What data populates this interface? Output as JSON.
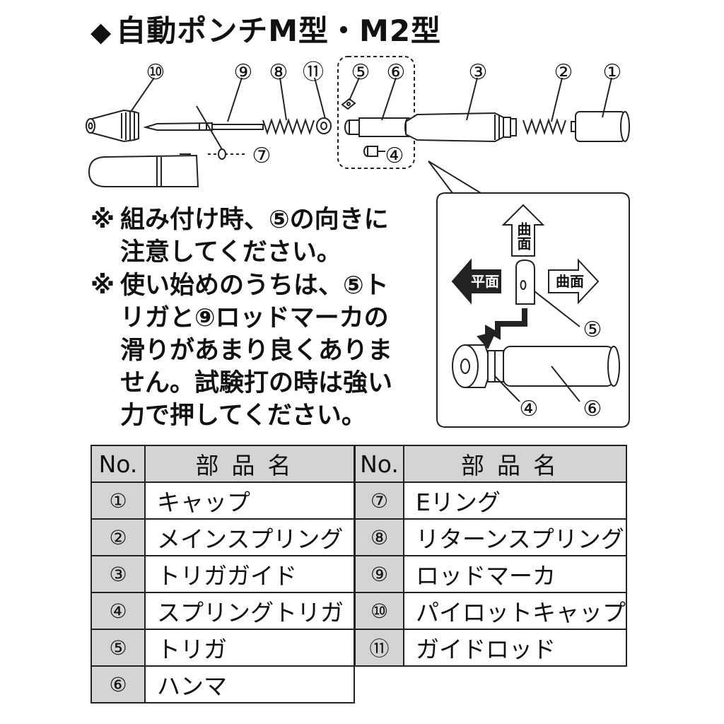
{
  "title": {
    "mark": "◆",
    "text": "自動ポンチM型・M2型"
  },
  "diagram_labels": {
    "p10": "⑩",
    "p9": "⑨",
    "p8": "⑧",
    "p11": "⑪",
    "p5": "⑤",
    "p6": "⑥",
    "p3": "③",
    "p2": "②",
    "p1": "①",
    "p7": "⑦",
    "p4": "④"
  },
  "inset": {
    "up_label": "曲面",
    "left_label": "平面",
    "right_label": "曲面",
    "label5": "⑤",
    "label4": "④",
    "label6": "⑥"
  },
  "notes": [
    {
      "mark": "※",
      "lines": [
        "組み付け時、⑤の向きに",
        "注意してください。"
      ]
    },
    {
      "mark": "※",
      "lines": [
        "使い始めのうちは、⑤ト",
        "リガと⑨ロッドマーカの",
        "滑りがあまり良くありま",
        "せん。試験打の時は強い",
        "力で押してください。"
      ]
    }
  ],
  "table_header": {
    "no": "No.",
    "name": "部品名"
  },
  "parts_left": [
    {
      "no": "①",
      "name": "キャップ"
    },
    {
      "no": "②",
      "name": "メインスプリング"
    },
    {
      "no": "③",
      "name": "トリガガイド"
    },
    {
      "no": "④",
      "name": "スプリングトリガ"
    },
    {
      "no": "⑤",
      "name": "トリガ"
    },
    {
      "no": "⑥",
      "name": "ハンマ"
    }
  ],
  "parts_right": [
    {
      "no": "⑦",
      "name": "Eリング"
    },
    {
      "no": "⑧",
      "name": "リターンスプリング"
    },
    {
      "no": "⑨",
      "name": "ロッドマーカ"
    },
    {
      "no": "⑩",
      "name": "パイロットキャップ"
    },
    {
      "no": "⑪",
      "name": "ガイドロッド"
    }
  ]
}
